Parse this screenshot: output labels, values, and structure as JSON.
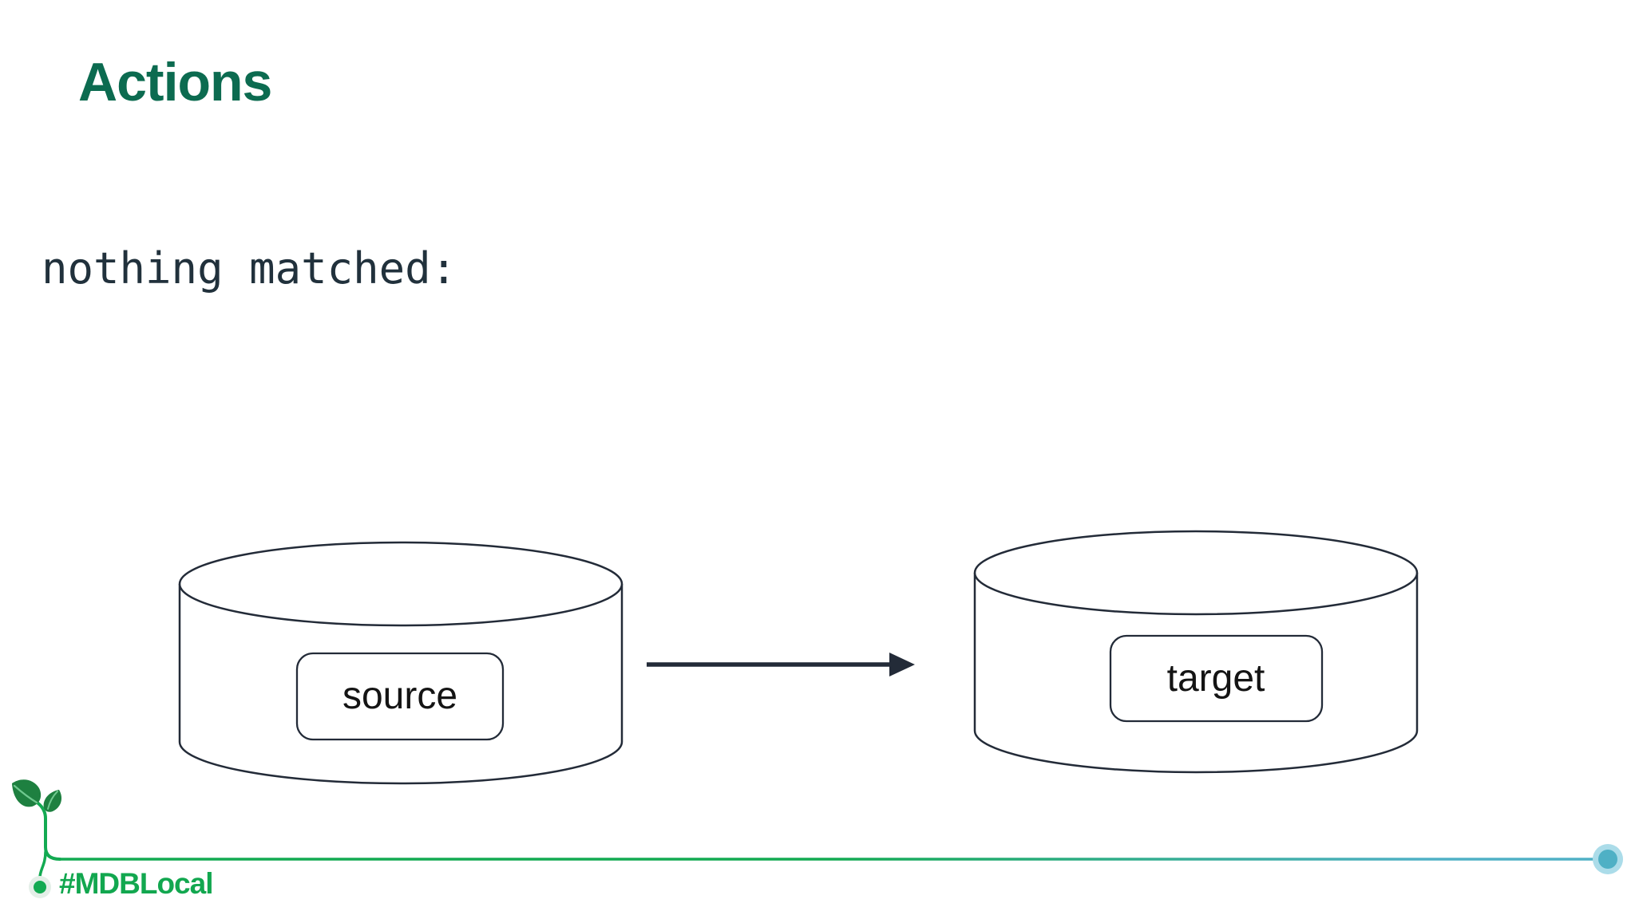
{
  "slide": {
    "title": "Actions",
    "status_line": "nothing matched:",
    "hashtag": "#MDBLocal"
  },
  "diagram": {
    "source_label": "source",
    "target_label": "target",
    "arrow_direction": "source-to-target"
  },
  "colors": {
    "title_green": "#0C6B50",
    "body_slate": "#21313C",
    "outline_dark": "#232B38",
    "brand_green": "#13AA52",
    "hashtag_green": "#12A74F",
    "leaf_dark_green": "#1E8040",
    "leaf_vein_green": "#6FC98F",
    "accent_teal": "#4FB0C5",
    "teal_halo": "#ABDCE9",
    "green_dot_halo": "#E4EFE8",
    "background": "#FFFFFF"
  }
}
